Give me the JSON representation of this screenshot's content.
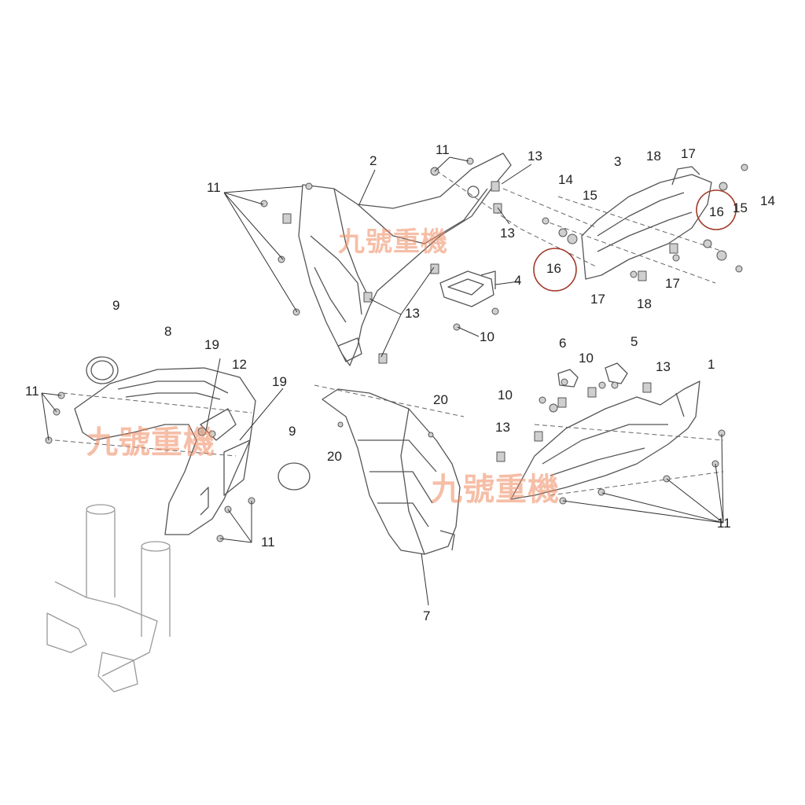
{
  "labels": [
    "11",
    "13",
    "2",
    "11",
    "13",
    "14",
    "15",
    "16",
    "4",
    "13",
    "10",
    "3",
    "18",
    "17",
    "16",
    "15",
    "14",
    "17",
    "17",
    "18",
    "9",
    "8",
    "19",
    "12",
    "19",
    "11",
    "9",
    "11",
    "20",
    "20",
    "7",
    "6",
    "10",
    "5",
    "13",
    "1",
    "10",
    "13",
    "11"
  ],
  "watermark": "九號重機",
  "highlight_color": "#a03a28"
}
